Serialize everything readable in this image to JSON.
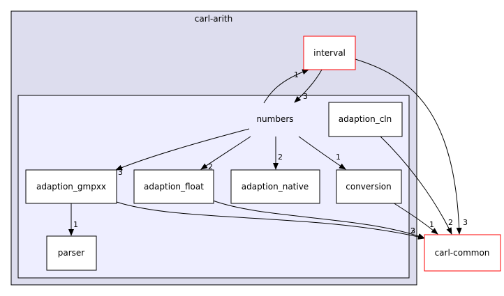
{
  "clusters": {
    "outer": {
      "label": "carl-arith"
    }
  },
  "nodes": {
    "interval": "interval",
    "numbers": "numbers",
    "adaption_cln": "adaption_cln",
    "adaption_gmpxx": "adaption_gmpxx",
    "adaption_float": "adaption_float",
    "adaption_native": "adaption_native",
    "conversion": "conversion",
    "parser": "parser",
    "carl_common": "carl-common"
  },
  "edges": {
    "numbers_to_interval": "1",
    "interval_to_numbers": "3",
    "interval_to_common": "3",
    "numbers_to_gmpxx": "3",
    "numbers_to_float": "2",
    "numbers_to_native": "2",
    "numbers_to_conversion": "1",
    "gmpxx_to_parser": "1",
    "gmpxx_to_common": "2",
    "float_to_common": "3",
    "conversion_to_common": "1",
    "cln_to_common": "2"
  },
  "colors": {
    "outer_cluster_fill": "#ddddee",
    "inner_cluster_fill": "#eeeeff",
    "highlight_border": "#ff0000"
  }
}
